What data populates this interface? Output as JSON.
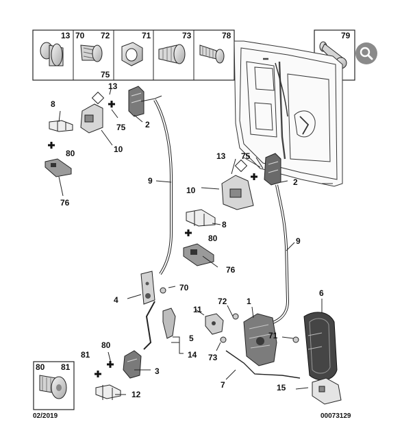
{
  "diagram": {
    "fastener_box_top": {
      "labels": [
        "13",
        "70",
        "72",
        "71",
        "73",
        "78"
      ],
      "extra": "75"
    },
    "fastener_box_right": {
      "labels": [
        "79"
      ]
    },
    "fastener_box_bottom": {
      "labels": [
        "80",
        "81"
      ]
    },
    "callouts": [
      "13",
      "75",
      "2",
      "8",
      "10",
      "80",
      "76",
      "9",
      "13",
      "75",
      "2",
      "10",
      "8",
      "80",
      "76",
      "9",
      "70",
      "4",
      "11",
      "72",
      "1",
      "6",
      "5",
      "14",
      "71",
      "73",
      "80",
      "81",
      "3",
      "12",
      "7",
      "15"
    ],
    "footer": {
      "date": "02/2019",
      "reference": "00073129"
    }
  },
  "colors": {
    "line": "#222222",
    "fill": "#e4e4e4",
    "dark": "#6f6f6f",
    "zoom": "#8a8a8a"
  },
  "icons": [
    "zoom-icon"
  ]
}
